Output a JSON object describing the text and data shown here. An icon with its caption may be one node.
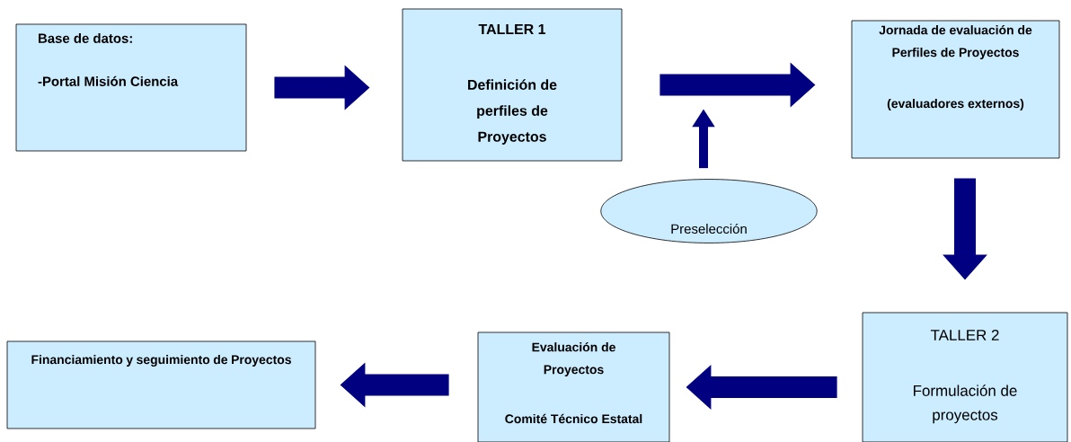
{
  "diagram": {
    "nodes": [
      {
        "text": [
          "Base de datos:",
          "-Portal Misión Ciencia"
        ]
      },
      {
        "text": [
          "TALLER 1",
          "Definición de perfiles de Proyectos"
        ]
      },
      {
        "text": [
          "Jornada de evaluación de Perfiles de Proyectos",
          "(evaluadores externos)"
        ]
      },
      {
        "text": [
          "Preselección"
        ]
      },
      {
        "text": [
          "TALLER 2",
          "Formulación de proyectos"
        ]
      },
      {
        "text": [
          "Evaluación de Proyectos",
          "Comité Técnico Estatal"
        ]
      },
      {
        "text": [
          "Financiamiento y seguimiento de Proyectos"
        ]
      }
    ],
    "edges": [
      {
        "from": 0,
        "to": 1,
        "arrow": "to"
      },
      {
        "from": 1,
        "to": 2,
        "arrow": "to"
      },
      {
        "from": 3,
        "to": null,
        "arrow": "to"
      },
      {
        "from": 2,
        "to": 4,
        "arrow": "to"
      },
      {
        "from": 4,
        "to": 5,
        "arrow": "to"
      },
      {
        "from": 5,
        "to": 6,
        "arrow": "to"
      }
    ]
  }
}
